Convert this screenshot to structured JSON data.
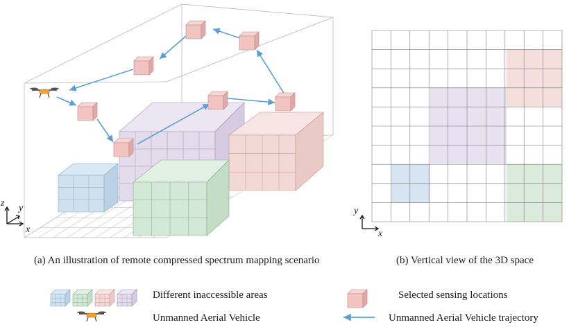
{
  "captions": {
    "left": "(a) An illustration of remote compressed spectrum mapping scenario",
    "right": "(b) Vertical view of the 3D space"
  },
  "axes": {
    "z": "z",
    "y": "y",
    "x": "x"
  },
  "legend": {
    "areas": "Different inaccessible areas",
    "sensing": "Selected sensing locations",
    "uav": "Unmanned Aerial Vehicle",
    "trajectory": "Unmanned Aerial Vehicle  trajectory"
  },
  "colors": {
    "blue": "#cfe1ee",
    "green": "#d3e8d6",
    "red": "#f3d9d6",
    "purple": "#e4dcec",
    "sensor": "#f1c4c1",
    "arrow": "#5a9fd4",
    "uav": "#f0a030"
  }
}
